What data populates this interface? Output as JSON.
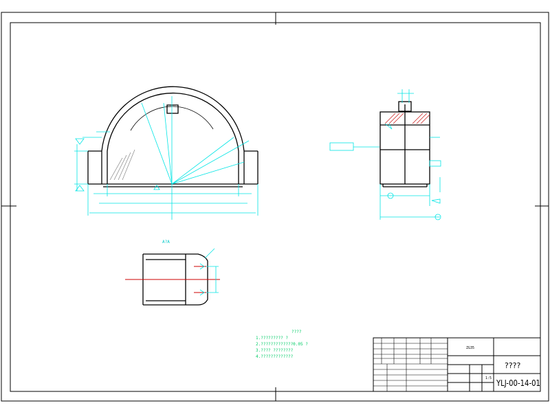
{
  "drawing": {
    "colors": {
      "outline": "#000000",
      "dimension": "#00e5e5",
      "hatch": "#cc2222",
      "centerline": "#cc0000",
      "notes": "#00cc66"
    },
    "notes_title": "????",
    "notes": [
      "1.????????? ?",
      "2.?????????????0.05 ?",
      "3.???? ????????",
      "4.?????????????"
    ],
    "section_label": "A?A",
    "title_block": {
      "name": "????",
      "drawing_no": "YLJ-00-14-01",
      "material": "ZG35",
      "scale": "1:5"
    }
  }
}
